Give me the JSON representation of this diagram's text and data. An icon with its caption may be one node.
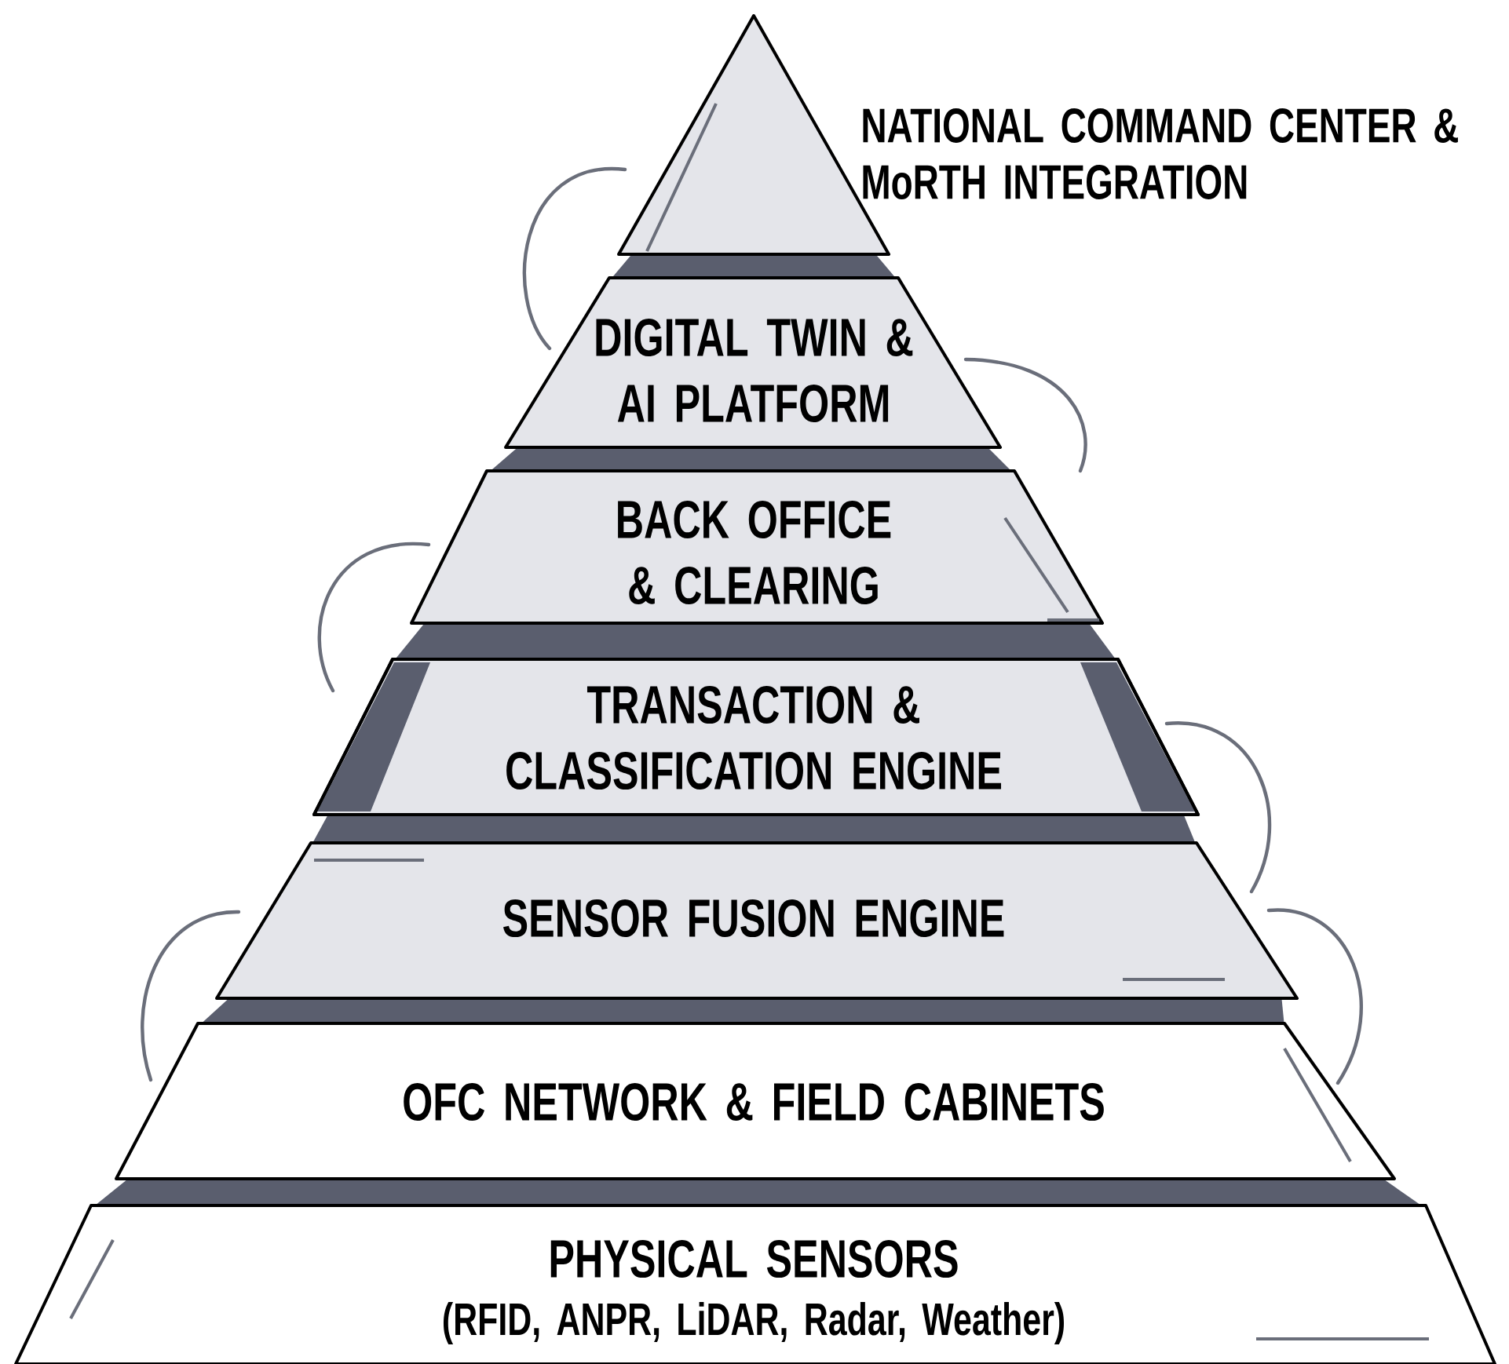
{
  "diagram": {
    "nodes": [
      {
        "text": [
          "NATIONAL COMMAND CENTER & MoRTH INTEGRATION"
        ]
      },
      {
        "text": [
          "DIGITAL TWIN & AI PLATFORM"
        ]
      },
      {
        "text": [
          "BACK OFFICE & CLEARING"
        ]
      },
      {
        "text": [
          "TRANSACTION & CLASSIFICATION ENGINE"
        ]
      },
      {
        "text": [
          "SENSOR FUSION ENGINE"
        ]
      },
      {
        "text": [
          "OFC NETWORK & FIELD CABINETS"
        ]
      },
      {
        "text": [
          "PHYSICAL SENSORS",
          "(RFID, ANPR, LiDAR, Radar, Weather)"
        ]
      }
    ]
  }
}
